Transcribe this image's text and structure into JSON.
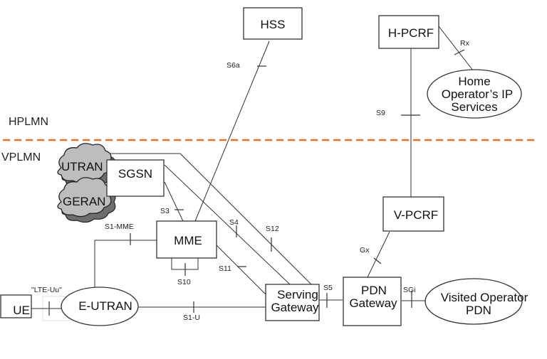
{
  "diagram": {
    "regions": {
      "home": "HPLMN",
      "visited": "VPLMN",
      "boundary_color": "#ef6c1a"
    },
    "nodes": {
      "hss": "HSS",
      "hpcrf": "H-PCRF",
      "home_ip": [
        "Home",
        "Operator’s IP",
        "Services"
      ],
      "utran": "UTRAN",
      "geran": "GERAN",
      "sgsn": "SGSN",
      "mme": "MME",
      "vpcrf": "V-PCRF",
      "ue": "UE",
      "eutran": "E-UTRAN",
      "sgw": [
        "Serving",
        "Gateway"
      ],
      "pgw": [
        "PDN",
        "Gateway"
      ],
      "visited_pdn": [
        "Visited Operator",
        "PDN"
      ]
    },
    "interfaces": {
      "s6a": "S6a",
      "rx": "Rx",
      "s9": "S9",
      "s3": "S3",
      "s1mme": "S1-MME",
      "s4": "S4",
      "s12": "S12",
      "s11": "S11",
      "s10": "S10",
      "gx": "Gx",
      "lteuu": "\"LTE-Uu\"",
      "s1u": "S1-U",
      "s5": "S5",
      "sgi": "SGi"
    },
    "connections": [
      {
        "from": "HSS",
        "to": "MME",
        "interface": "S6a"
      },
      {
        "from": "H-PCRF",
        "to": "Home Operator’s IP Services",
        "interface": "Rx"
      },
      {
        "from": "H-PCRF",
        "to": "V-PCRF",
        "interface": "S9"
      },
      {
        "from": "SGSN",
        "to": "MME",
        "interface": "S3"
      },
      {
        "from": "E-UTRAN",
        "to": "MME",
        "interface": "S1-MME"
      },
      {
        "from": "SGSN",
        "to": "Serving Gateway",
        "interface": "S4"
      },
      {
        "from": "UTRAN",
        "to": "Serving Gateway",
        "interface": "S12"
      },
      {
        "from": "MME",
        "to": "Serving Gateway",
        "interface": "S11"
      },
      {
        "from": "MME",
        "to": "MME",
        "interface": "S10"
      },
      {
        "from": "V-PCRF",
        "to": "PDN Gateway",
        "interface": "Gx"
      },
      {
        "from": "UE",
        "to": "E-UTRAN",
        "interface": "LTE-Uu"
      },
      {
        "from": "E-UTRAN",
        "to": "Serving Gateway",
        "interface": "S1-U"
      },
      {
        "from": "Serving Gateway",
        "to": "PDN Gateway",
        "interface": "S5"
      },
      {
        "from": "PDN Gateway",
        "to": "Visited Operator PDN",
        "interface": "SGi"
      }
    ]
  }
}
